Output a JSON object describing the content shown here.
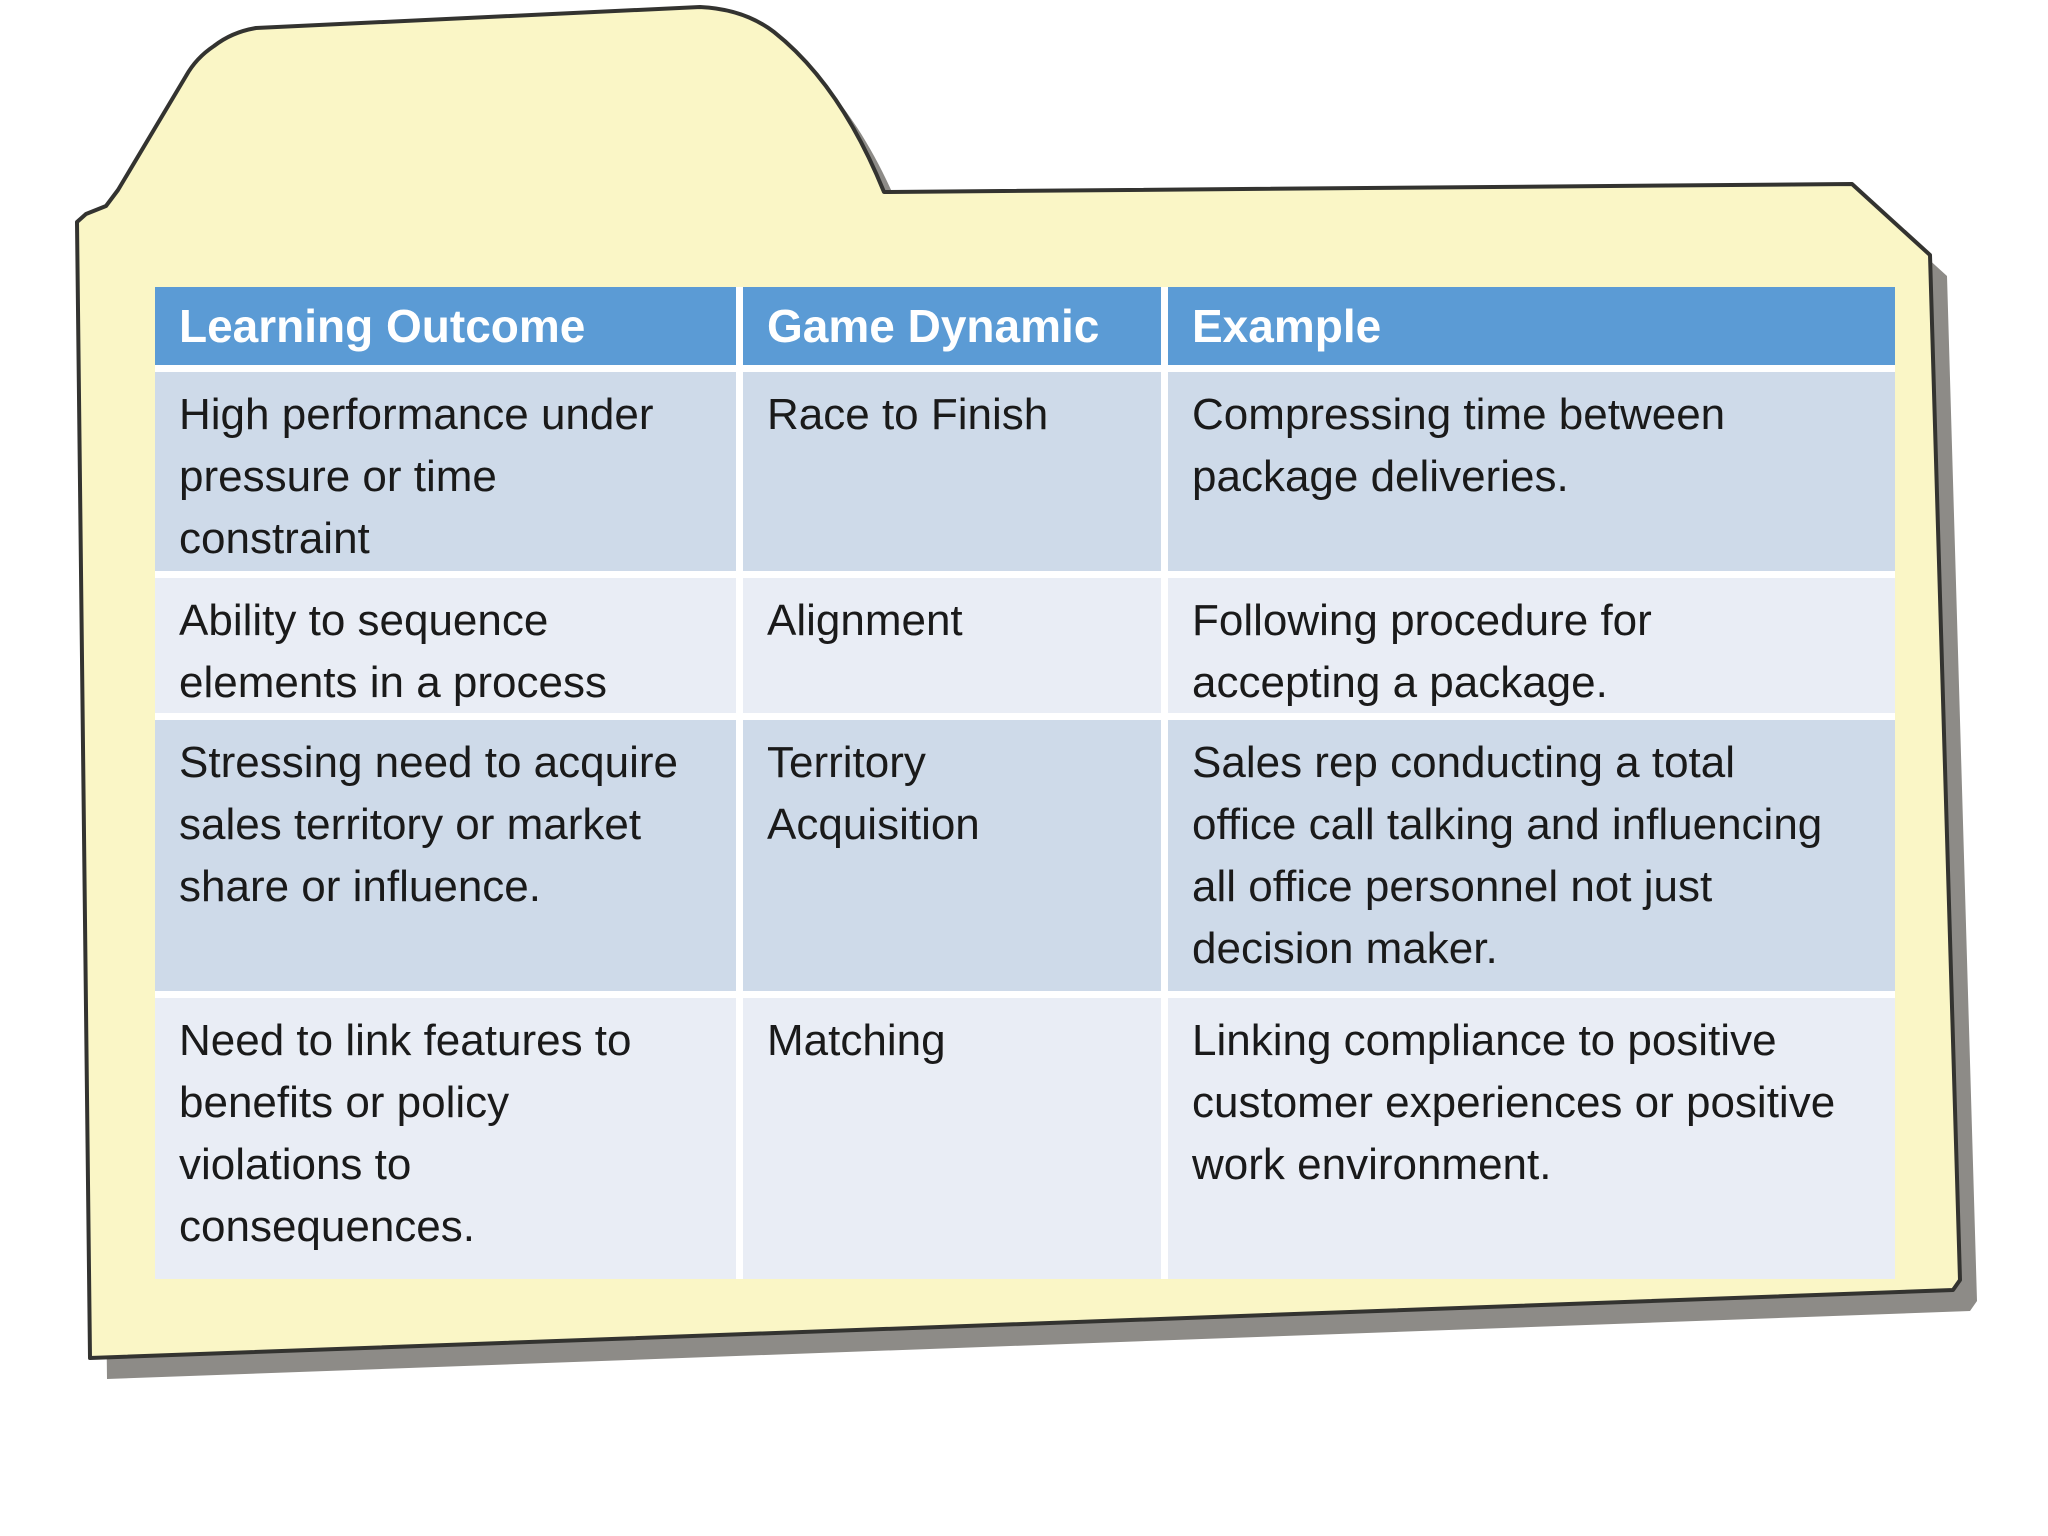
{
  "colors": {
    "folder_fill": "#FAF6C6",
    "folder_outline": "#333330",
    "shadow": "#8D8B87",
    "header_bg": "#5B9BD5",
    "header_fg": "#FFFFFF",
    "row_odd": "#CEDAE9",
    "row_even": "#E9EDF5",
    "gap_color": "#FFFFFF",
    "text_color": "#1A1A1A",
    "slide_background": "#FFFFFF"
  },
  "table": {
    "columns": [
      "Learning Outcome",
      "Game Dynamic",
      "Example"
    ],
    "rows": [
      {
        "learning_outcome": "High performance under\npressure or time\nconstraint",
        "game_dynamic": "Race to Finish",
        "example": "Compressing time between\npackage deliveries."
      },
      {
        "learning_outcome": "Ability to sequence\nelements in a process",
        "game_dynamic": "Alignment",
        "example": "Following procedure for\naccepting a package."
      },
      {
        "learning_outcome": "Stressing need to acquire\nsales territory or market\nshare or influence.",
        "game_dynamic": "Territory\nAcquisition",
        "example": "Sales rep conducting a total\noffice call talking and influencing\nall office personnel not just\ndecision maker."
      },
      {
        "learning_outcome": "Need to link features to\nbenefits or policy\nviolations to\nconsequences.",
        "game_dynamic": "Matching",
        "example": "Linking compliance to positive\ncustomer experiences or positive\nwork environment."
      }
    ]
  }
}
